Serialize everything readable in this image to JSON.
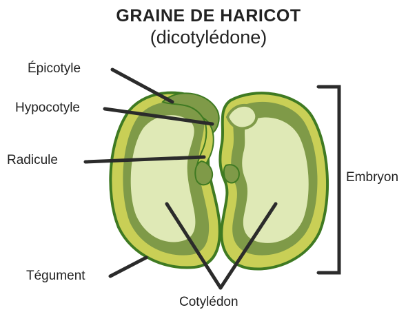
{
  "title": "GRAINE DE HARICOT",
  "subtitle": "(dicotylédone)",
  "labels": {
    "epicotyle": "Épicotyle",
    "hypocotyle": "Hypocotyle",
    "radicule": "Radicule",
    "tegument": "Tégument",
    "cotyledon": "Cotylédon",
    "embryon": "Embryon"
  },
  "colors": {
    "outline": "#3f7a22",
    "coat": "#c9cf56",
    "inner_ring": "#7f9a48",
    "cotyledon": "#dfe9b6",
    "pointer": "#2b2b2b"
  }
}
